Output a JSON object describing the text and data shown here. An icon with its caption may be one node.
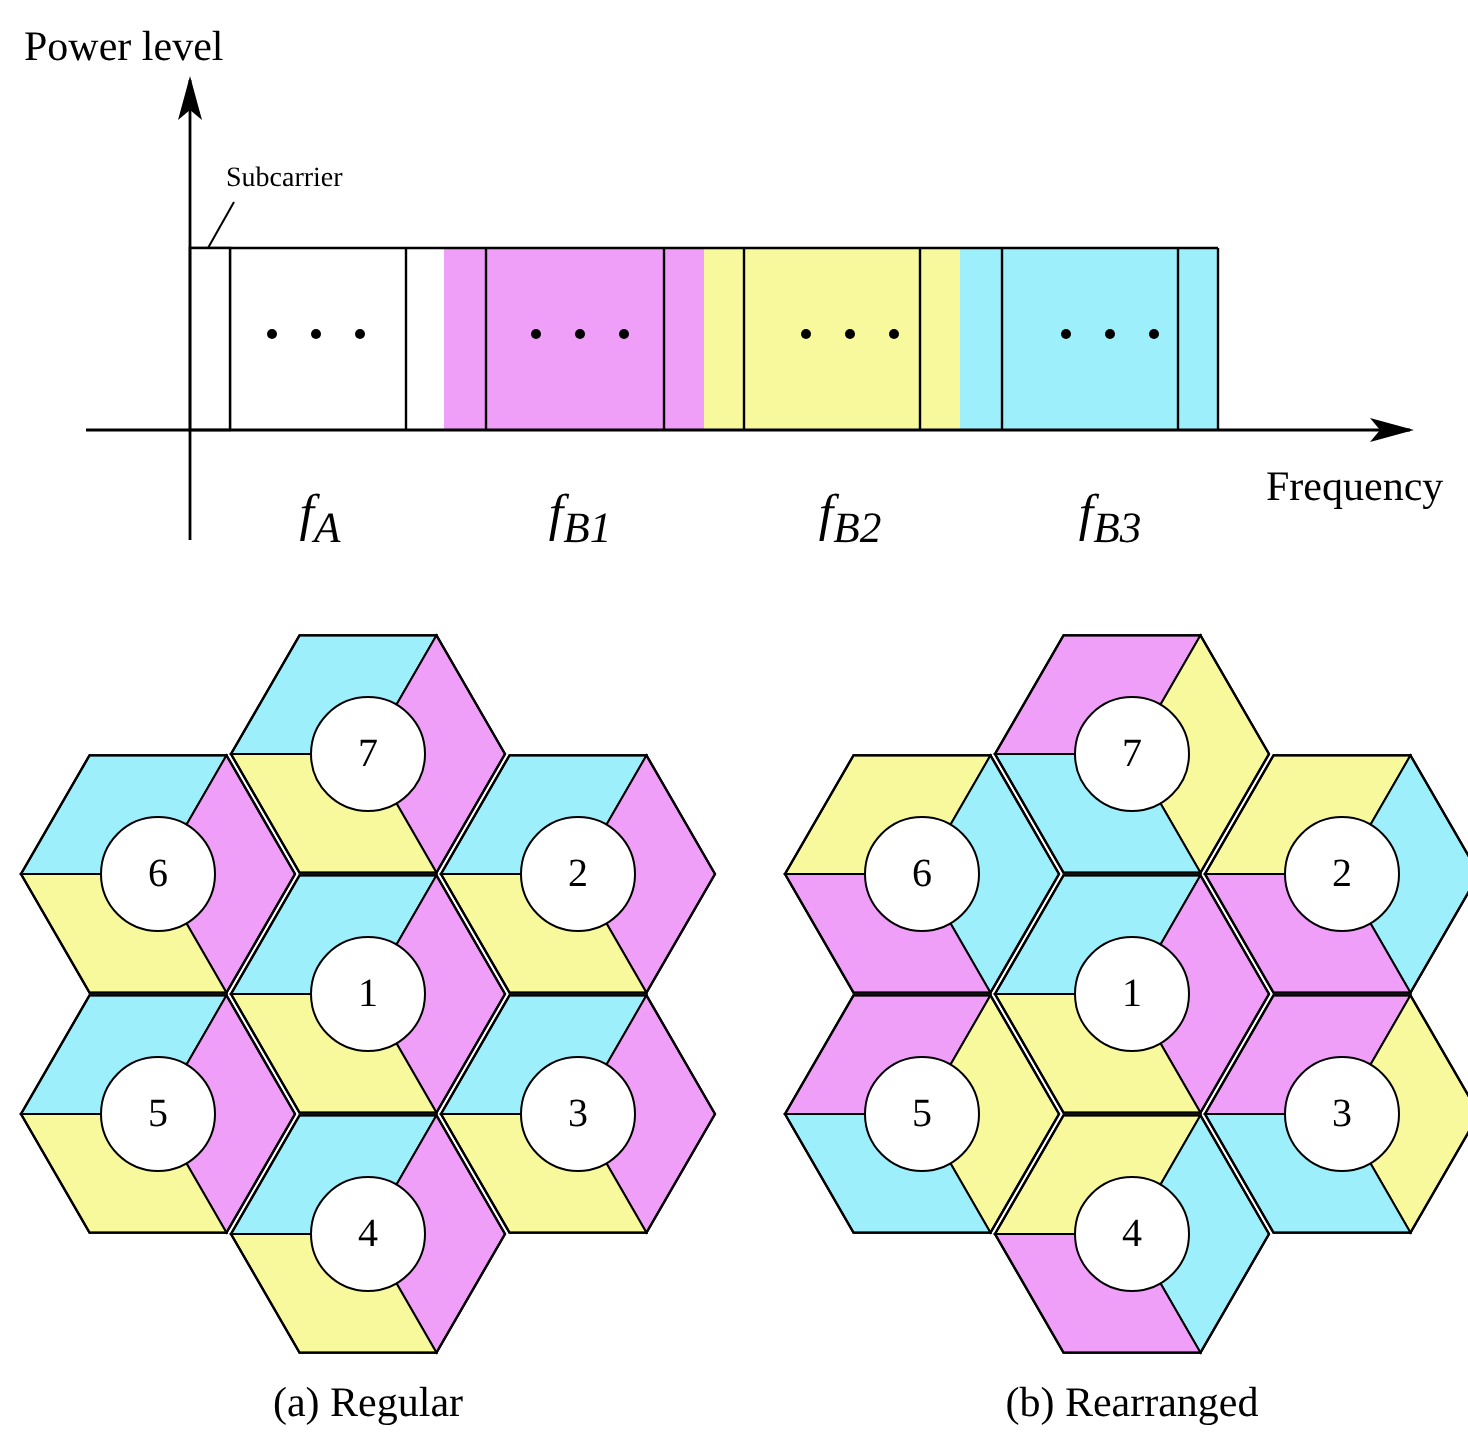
{
  "diagram": {
    "nodes": [
      {
        "text": [
          "Subcarrier"
        ]
      },
      {
        "text": [],
        "shape": "bar"
      },
      {
        "text": [
          "7"
        ]
      },
      {
        "text": [
          "6"
        ]
      },
      {
        "text": [
          "2"
        ]
      },
      {
        "text": [
          "1"
        ]
      },
      {
        "text": [
          "5"
        ]
      },
      {
        "text": [
          "3"
        ]
      },
      {
        "text": [
          "4"
        ]
      },
      {
        "text": [
          "7"
        ]
      },
      {
        "text": [
          "6"
        ]
      },
      {
        "text": [
          "2"
        ]
      },
      {
        "text": [
          "1"
        ]
      },
      {
        "text": [
          "5"
        ]
      },
      {
        "text": [
          "3"
        ]
      },
      {
        "text": [
          "4"
        ]
      }
    ],
    "edges": [
      {
        "from": 0,
        "to": 1,
        "arrow": "none"
      }
    ],
    "labels": [
      "Power level",
      "Frequency",
      "f$_{A}$",
      "f$_{B1}$",
      "f$_{B2}$",
      "f$_{B3}$",
      "(a) Regular",
      "(b) Rearranged"
    ]
  }
}
